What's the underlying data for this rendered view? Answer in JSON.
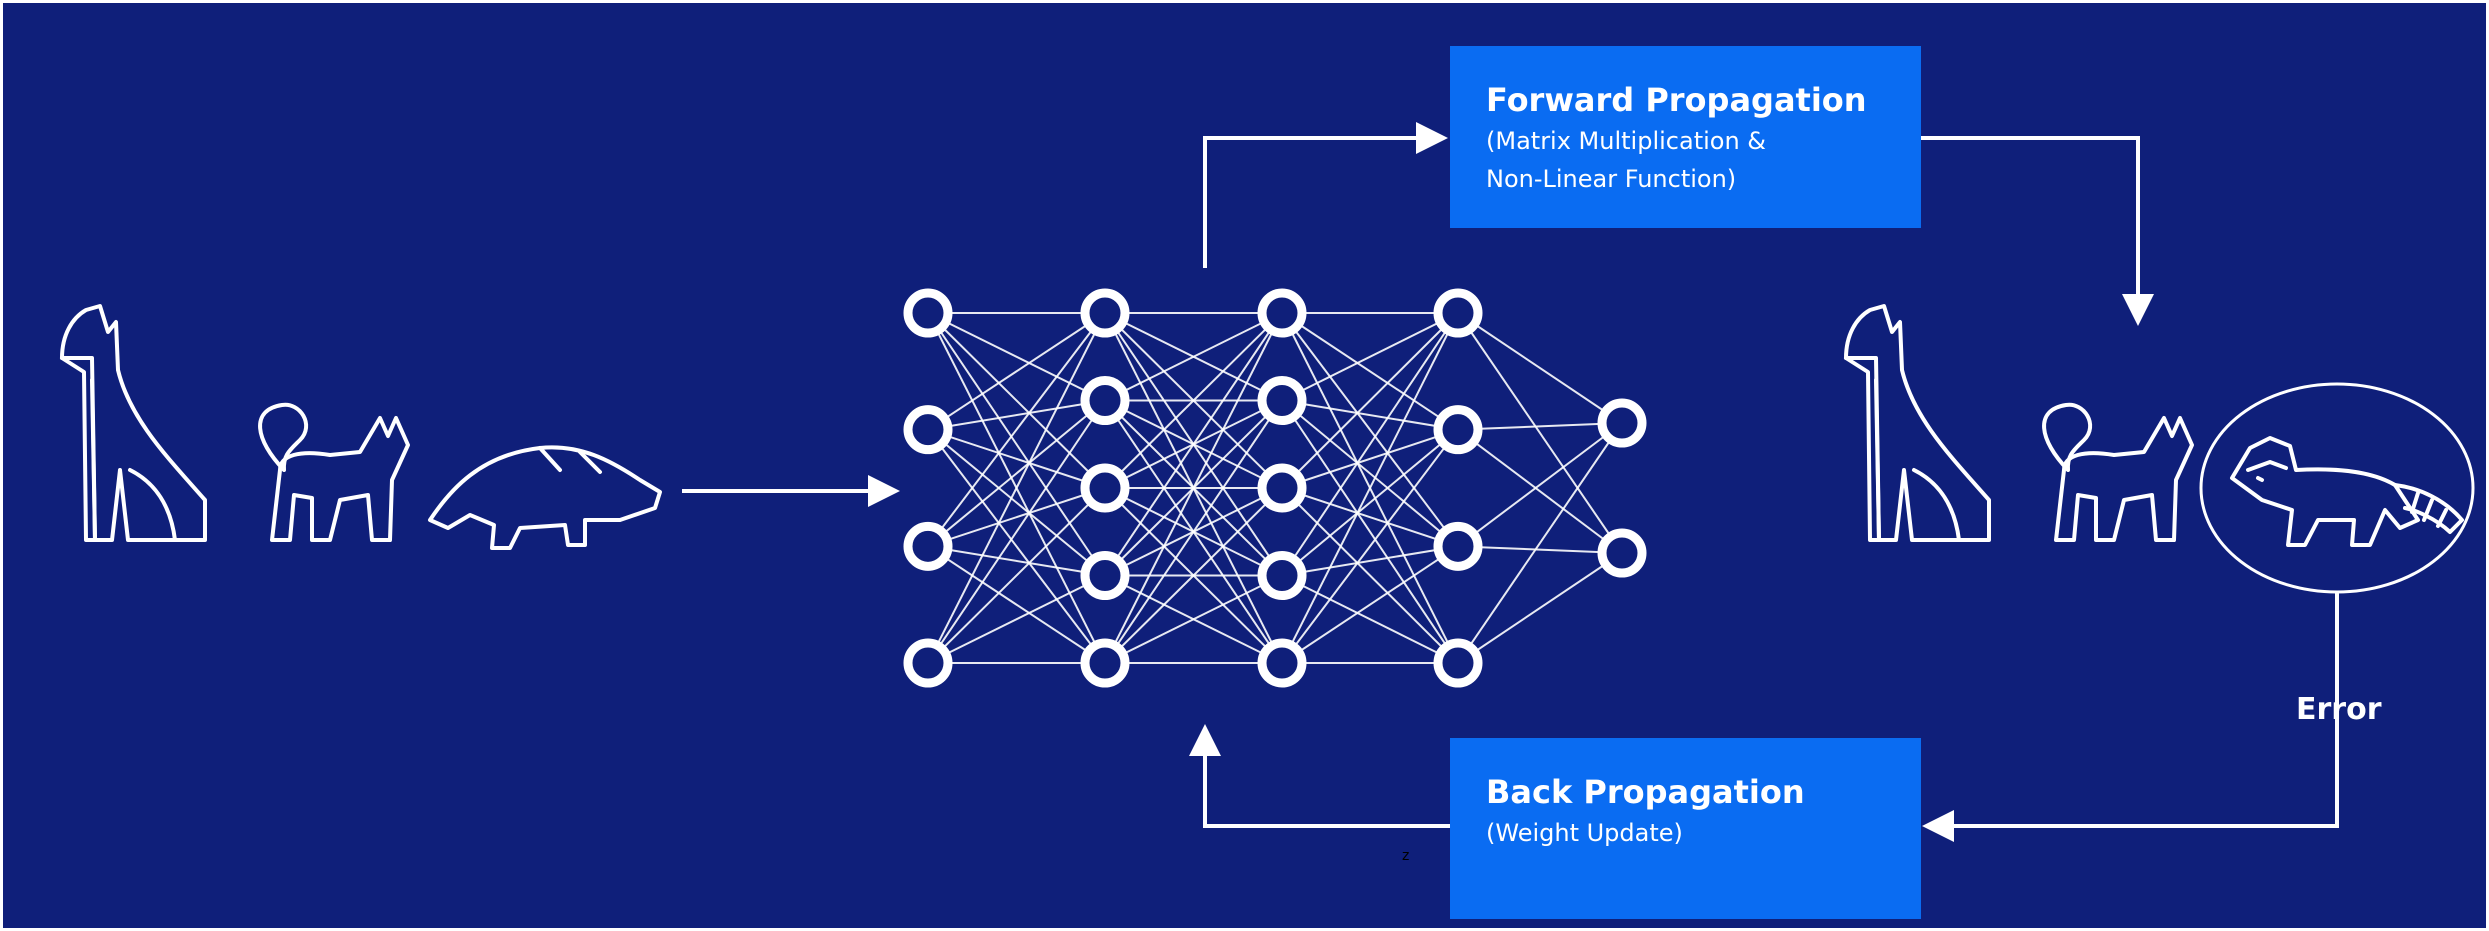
{
  "diagram": {
    "forward_box": {
      "title": "Forward Propagation",
      "subtitle_line1": "(Matrix Multiplication &",
      "subtitle_line2": "Non-Linear Function)"
    },
    "back_box": {
      "title": "Back Propagation",
      "subtitle": "(Weight Update)"
    },
    "error_label": "Error",
    "stray_mark": "z",
    "network_layers": [
      4,
      5,
      5,
      4,
      2
    ],
    "input_icons": [
      "dog-icon",
      "cat-icon",
      "badger-icon"
    ],
    "output_icons": [
      "dog-icon",
      "cat-icon",
      "raccoon-icon"
    ],
    "colors": {
      "background": "#0f1f7a",
      "box": "#0a6cf2",
      "line": "#ffffff"
    }
  }
}
